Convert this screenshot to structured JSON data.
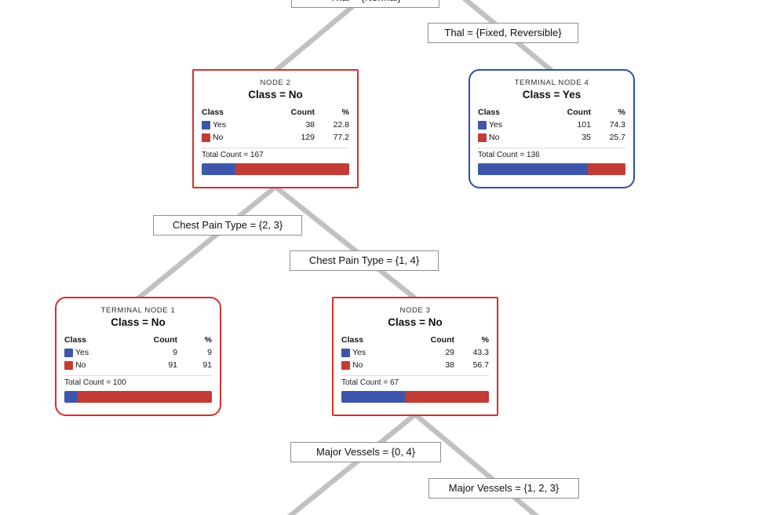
{
  "diagram_type": "decision-tree",
  "colors": {
    "class_yes": "#3d56ab",
    "class_no": "#c23b35",
    "internal_node_border": "#d3322c",
    "terminal_yes_border": "#2c50b0",
    "edge_line": "#c1c1c1"
  },
  "table_headers": {
    "class": "Class",
    "count": "Count",
    "pct": "%"
  },
  "edge_labels": {
    "thal_normal": "Thal = {Normal}",
    "thal_fixed_reversible": "Thal = {Fixed, Reversible}",
    "chest_pain_23": "Chest Pain Type = {2, 3}",
    "chest_pain_14": "Chest Pain Type = {1, 4}",
    "major_vessels_04": "Major Vessels = {0, 4}",
    "major_vessels_123": "Major Vessels = {1, 2, 3}"
  },
  "nodes": [
    {
      "title": "NODE 2",
      "class_label": "Class = No",
      "rows": [
        {
          "label": "Yes",
          "count": "38",
          "pct": "22.8",
          "pct_num": 22.8
        },
        {
          "label": "No",
          "count": "129",
          "pct": "77.2",
          "pct_num": 77.2
        }
      ],
      "total": "Total Count = 167"
    },
    {
      "title": "TERMINAL NODE 4",
      "class_label": "Class = Yes",
      "rows": [
        {
          "label": "Yes",
          "count": "101",
          "pct": "74.3",
          "pct_num": 74.3
        },
        {
          "label": "No",
          "count": "35",
          "pct": "25.7",
          "pct_num": 25.7
        }
      ],
      "total": "Total Count = 136"
    },
    {
      "title": "TERMINAL NODE 1",
      "class_label": "Class = No",
      "rows": [
        {
          "label": "Yes",
          "count": "9",
          "pct": "9",
          "pct_num": 9
        },
        {
          "label": "No",
          "count": "91",
          "pct": "91",
          "pct_num": 91
        }
      ],
      "total": "Total Count = 100"
    },
    {
      "title": "NODE 3",
      "class_label": "Class = No",
      "rows": [
        {
          "label": "Yes",
          "count": "29",
          "pct": "43.3",
          "pct_num": 43.3
        },
        {
          "label": "No",
          "count": "38",
          "pct": "56.7",
          "pct_num": 56.7
        }
      ],
      "total": "Total Count = 67"
    }
  ]
}
